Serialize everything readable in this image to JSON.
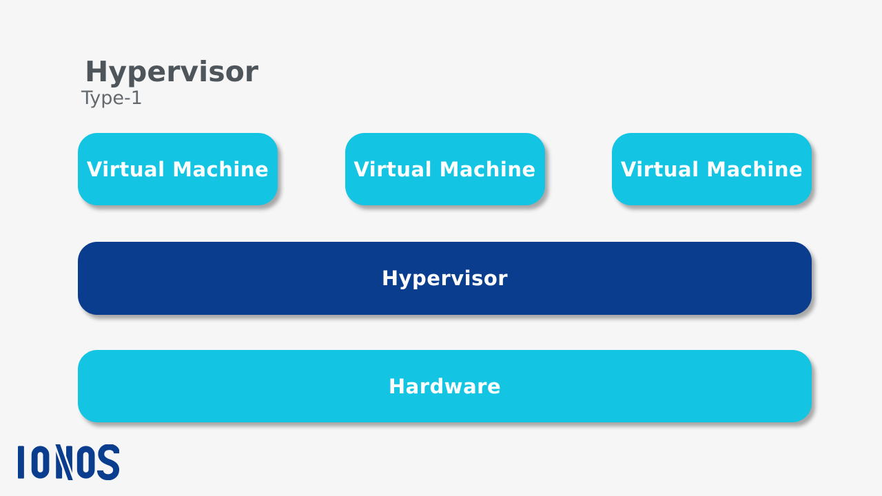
{
  "colors": {
    "bg": "#f6f6f7",
    "cyan": "#13c5e3",
    "navy": "#0b3d8f",
    "title": "#4e565b",
    "subtitle": "#64696e",
    "box_text": "#ffffff"
  },
  "header": {
    "title": "Hypervisor",
    "subtitle": "Type-1"
  },
  "diagram": {
    "vm_boxes": [
      {
        "label": "Virtual Machine"
      },
      {
        "label": "Virtual Machine"
      },
      {
        "label": "Virtual Machine"
      }
    ],
    "hypervisor": {
      "label": "Hypervisor"
    },
    "hardware": {
      "label": "Hardware"
    }
  },
  "brand": {
    "logo_text": "IONOS"
  }
}
